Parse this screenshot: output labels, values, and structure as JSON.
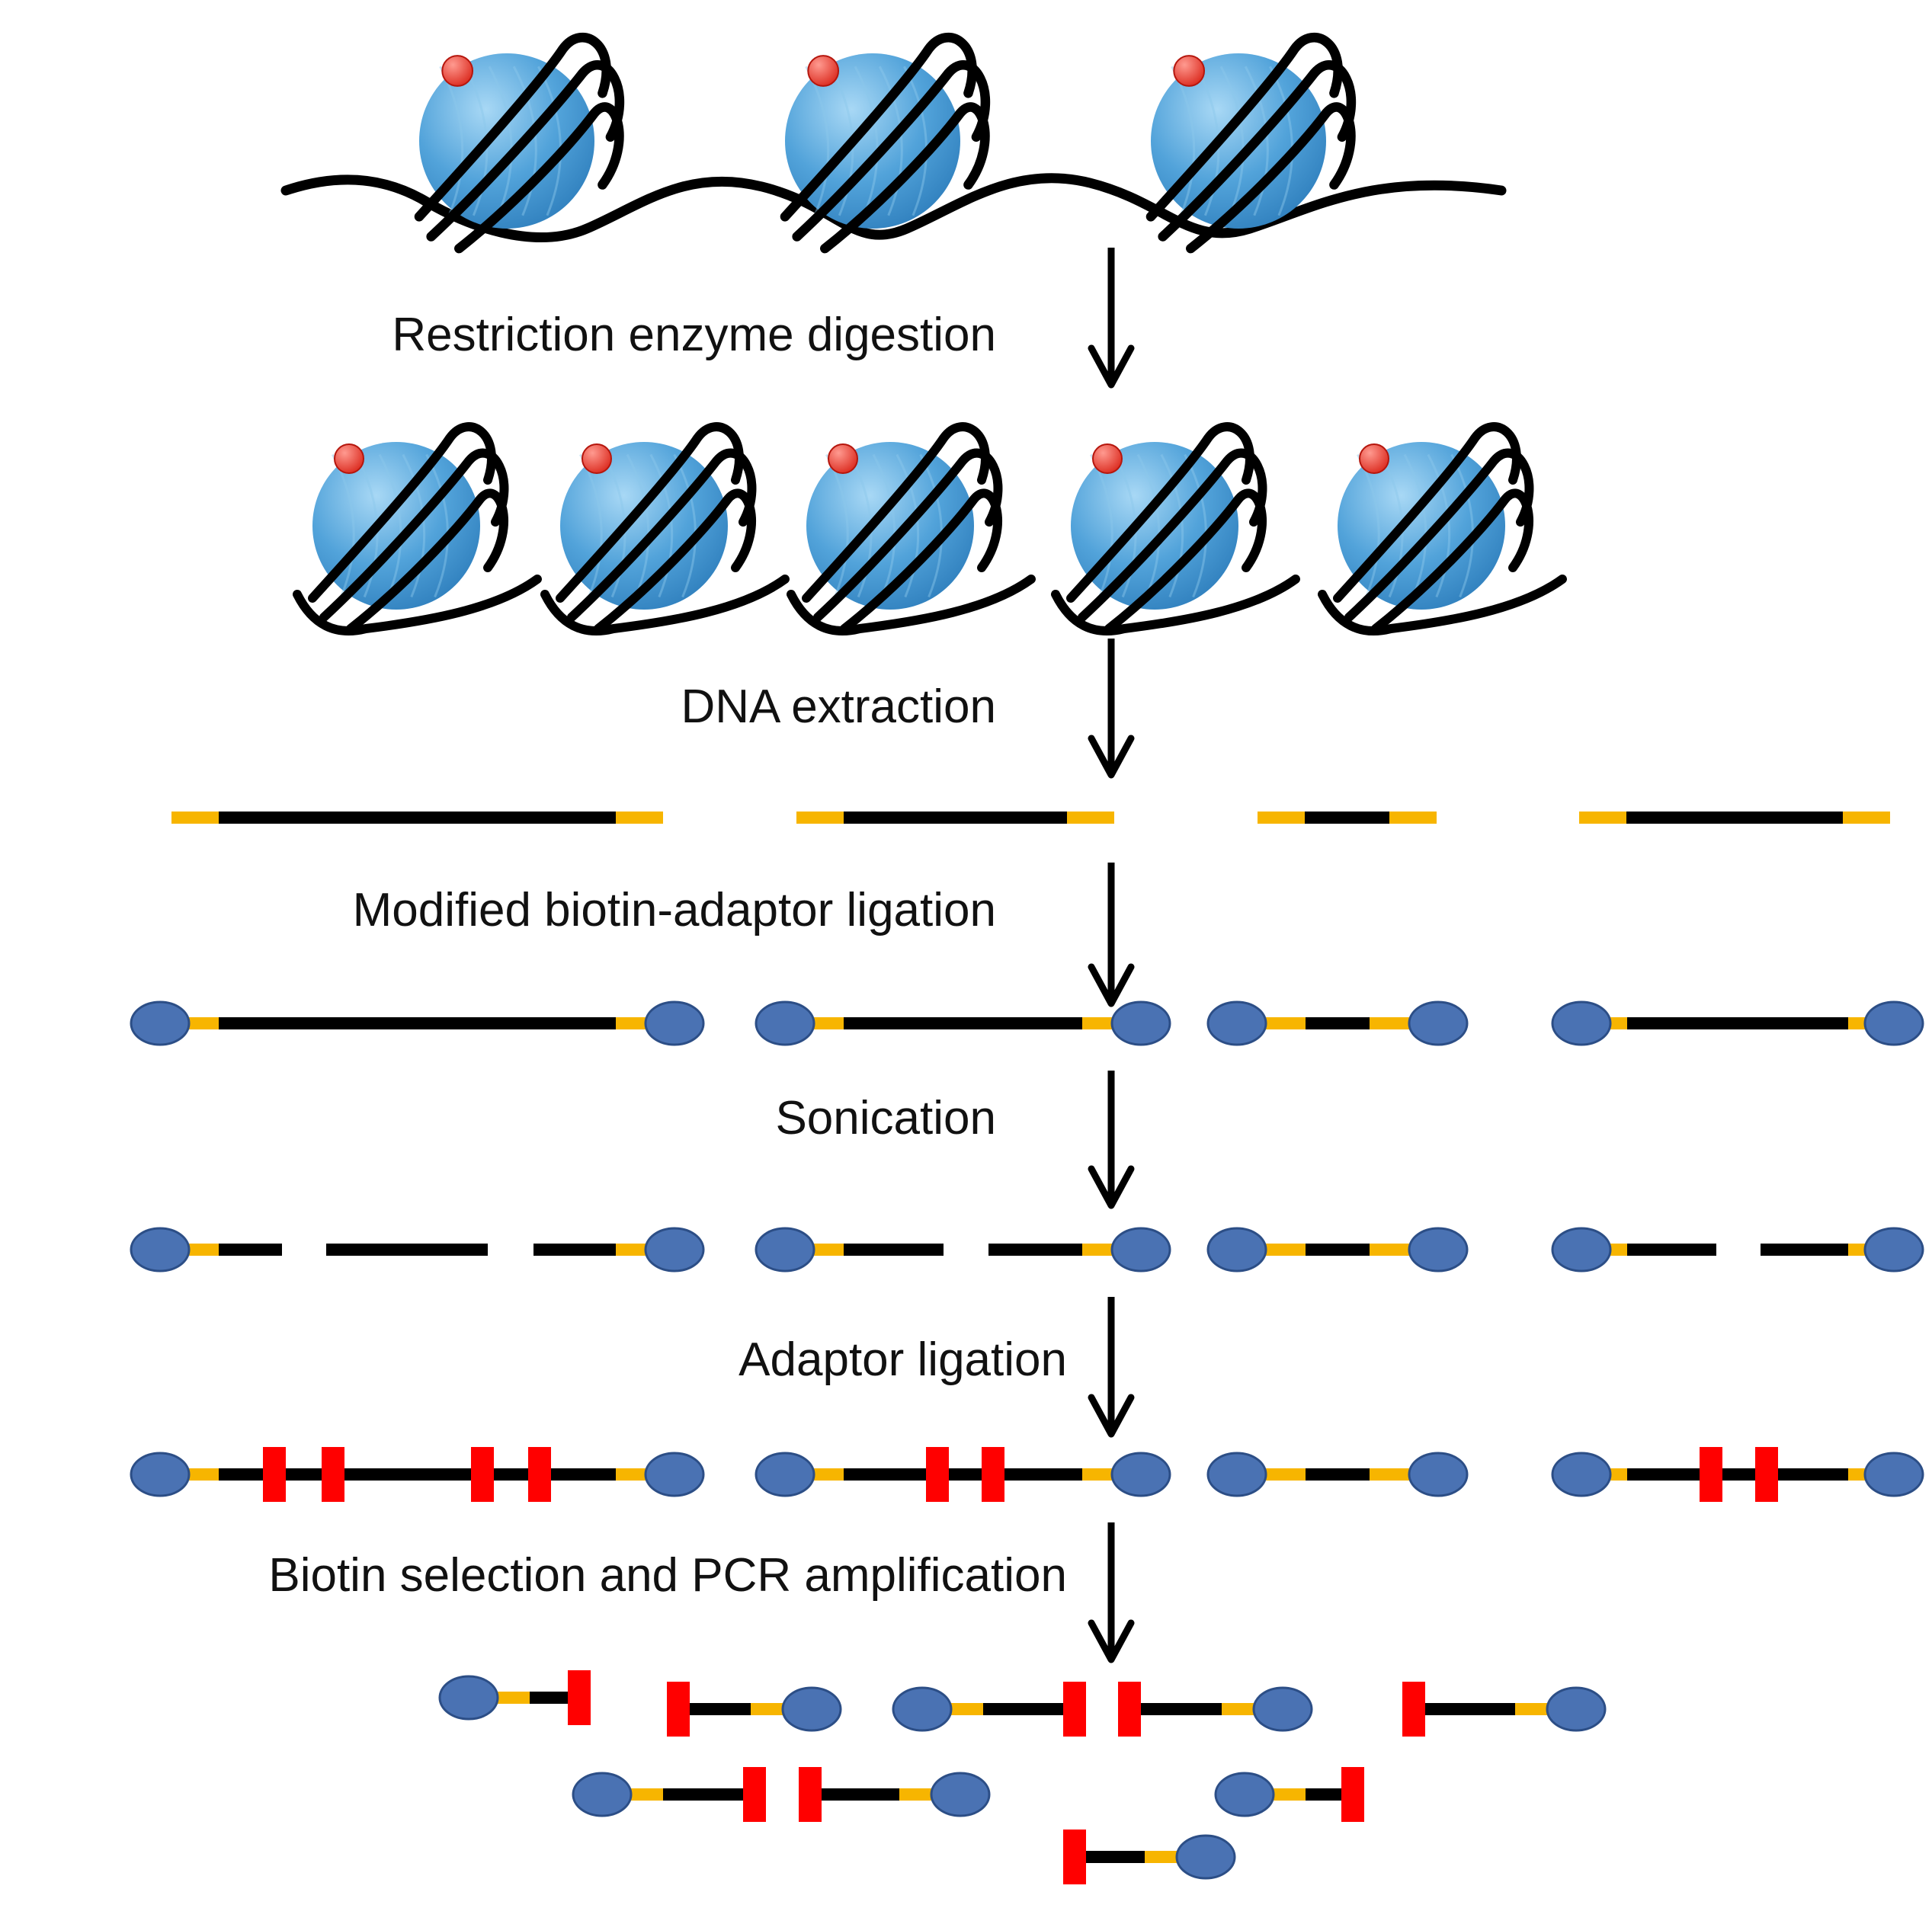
{
  "diagram": {
    "steps": [
      {
        "label": "Restriction enzyme digestion"
      },
      {
        "label": "DNA extraction"
      },
      {
        "label": "Modified biotin-adaptor ligation"
      },
      {
        "label": "Sonication"
      },
      {
        "label": "Adaptor ligation"
      },
      {
        "label": "Biotin selection and PCR amplification"
      }
    ],
    "colors": {
      "histone": "#4f9fd6",
      "histone_highlight": "#8cc7ec",
      "dna": "#000000",
      "methyl_mark": "#e8332c",
      "overhang": "#f7b500",
      "biotin": "#4a72b3",
      "adaptor": "#ff0000"
    }
  }
}
